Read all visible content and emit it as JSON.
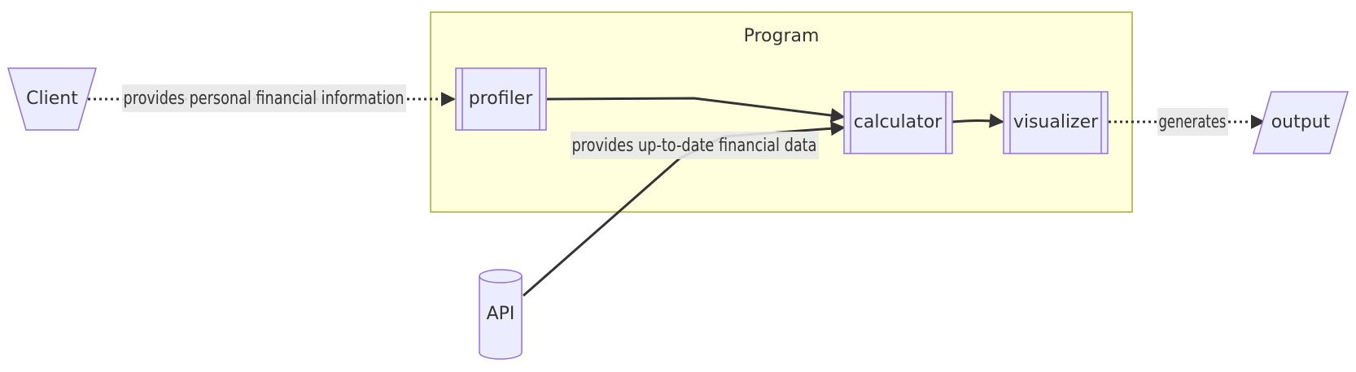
{
  "colors": {
    "node_fill": "#ECECFF",
    "node_stroke": "#9370DB",
    "subgraph_fill": "#FFFFDE",
    "subgraph_stroke": "#AAAA33",
    "edge": "#333333",
    "edge_label_bg": "#E8E8E8",
    "text": "#333333"
  },
  "subgraph": {
    "title": "Program"
  },
  "nodes": {
    "client": "Client",
    "profiler": "profiler",
    "calculator": "calculator",
    "visualizer": "visualizer",
    "output": "output",
    "api": "API"
  },
  "edges": {
    "client_profiler": "provides personal financial information",
    "api_calculator": "provides up-to-date financial data",
    "visualizer_output": "generates"
  }
}
